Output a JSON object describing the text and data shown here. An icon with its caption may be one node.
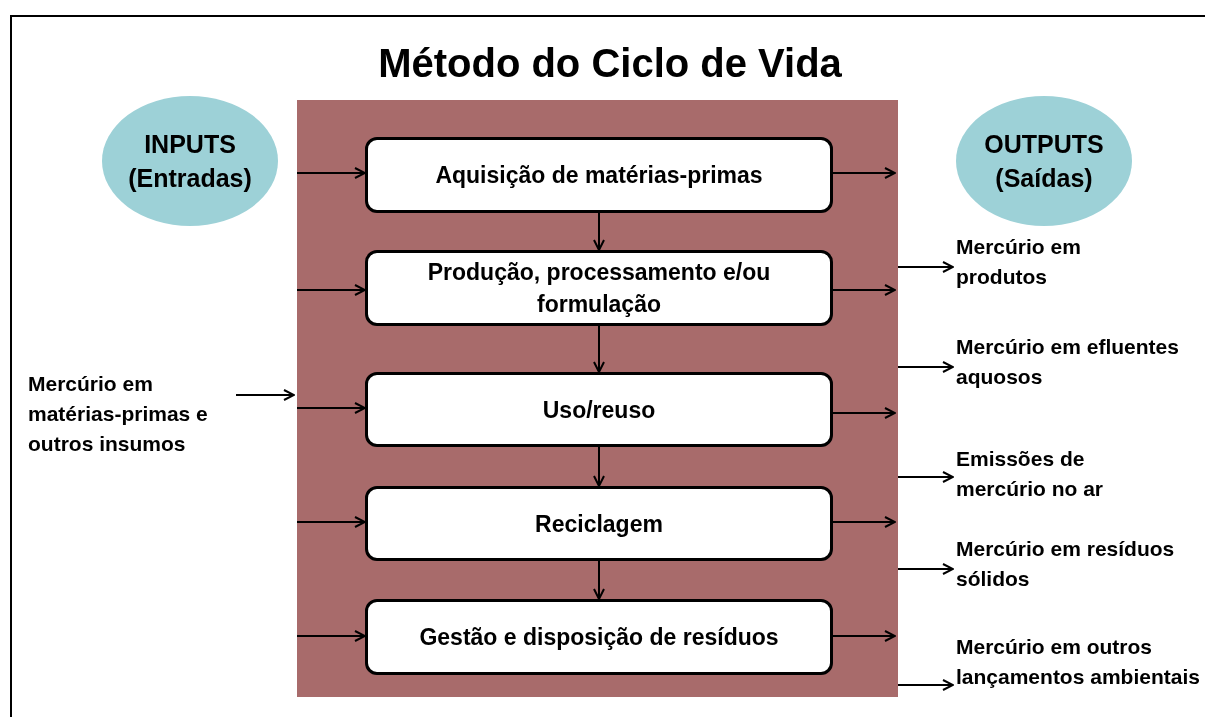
{
  "diagram": {
    "title": "Método do Ciclo de Vida",
    "nodes": [
      {
        "text": [
          "INPUTS",
          "(Entradas)"
        ]
      },
      {
        "text": [
          "OUTPUTS",
          "(Saídas)"
        ]
      },
      {
        "text": [],
        "shape": "box"
      },
      {
        "text": [
          "Aquisição de matérias-primas"
        ],
        "in": 2
      },
      {
        "text": [
          "Produção, processamento e/ou formulação"
        ],
        "in": 2
      },
      {
        "text": [
          "Uso/reuso"
        ],
        "in": 2
      },
      {
        "text": [
          "Reciclagem"
        ],
        "in": 2
      },
      {
        "text": [
          "Gestão e disposição de resíduos"
        ],
        "in": 2
      },
      {
        "text": [
          "Mercúrio em matérias-primas e outros insumos"
        ]
      },
      {
        "text": [
          "Mercúrio em produtos"
        ]
      },
      {
        "text": [
          "Mercúrio em efluentes aquosos"
        ]
      },
      {
        "text": [
          "Emissões de mercúrio no ar"
        ]
      },
      {
        "text": [
          "Mercúrio em resíduos sólidos"
        ]
      },
      {
        "text": [
          "Mercúrio em outros lançamentos ambientais"
        ]
      }
    ],
    "edges": [
      {
        "from": 8,
        "to": 2,
        "arrow": "to"
      },
      {
        "from": 2,
        "to": 3,
        "arrow": "to"
      },
      {
        "from": 2,
        "to": 4,
        "arrow": "to"
      },
      {
        "from": 2,
        "to": 5,
        "arrow": "to"
      },
      {
        "from": 2,
        "to": 6,
        "arrow": "to"
      },
      {
        "from": 2,
        "to": 7,
        "arrow": "to"
      },
      {
        "from": 3,
        "to": 4,
        "arrow": "to"
      },
      {
        "from": 4,
        "to": 5,
        "arrow": "to"
      },
      {
        "from": 5,
        "to": 6,
        "arrow": "to"
      },
      {
        "from": 6,
        "to": 7,
        "arrow": "to"
      },
      {
        "from": 3,
        "to": 2,
        "arrow": "to"
      },
      {
        "from": 4,
        "to": 2,
        "arrow": "to"
      },
      {
        "from": 5,
        "to": 2,
        "arrow": "to"
      },
      {
        "from": 6,
        "to": 2,
        "arrow": "to"
      },
      {
        "from": 7,
        "to": 2,
        "arrow": "to"
      },
      {
        "from": 2,
        "to": 9,
        "arrow": "to"
      },
      {
        "from": 2,
        "to": 10,
        "arrow": "to"
      },
      {
        "from": 2,
        "to": 11,
        "arrow": "to"
      },
      {
        "from": 2,
        "to": 12,
        "arrow": "to"
      },
      {
        "from": 2,
        "to": 13,
        "arrow": "to"
      }
    ]
  }
}
